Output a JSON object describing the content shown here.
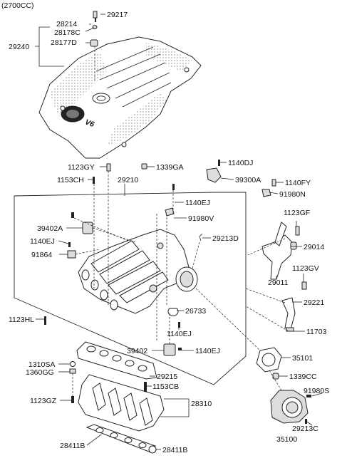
{
  "header": {
    "engine": "(2700CC)"
  },
  "labels": {
    "p29217": "29217",
    "p28214": "28214",
    "p28178C": "28178C",
    "p29240": "29240",
    "p28177D": "28177D",
    "cover_text": "V6",
    "p1123GY": "1123GY",
    "p1339GA": "1339GA",
    "p1140DJ": "1140DJ",
    "p1153CH": "1153CH",
    "p29210": "29210",
    "p39300A": "39300A",
    "p1140FY": "1140FY",
    "p1140EJ_a": "1140EJ",
    "p91980N": "91980N",
    "p91980V": "91980V",
    "p1123GF": "1123GF",
    "p39402A": "39402A",
    "p29213D": "29213D",
    "p1140EJ_b": "1140EJ",
    "p29014": "29014",
    "p91864": "91864",
    "p29011": "29011",
    "p1123GV": "1123GV",
    "p26733": "26733",
    "p29221": "29221",
    "p1123HL": "1123HL",
    "p1140EJ_c": "1140EJ",
    "p11703": "11703",
    "p39402": "39402",
    "p1140EJ_d": "1140EJ",
    "p35101": "35101",
    "p1310SA": "1310SA",
    "p1360GG": "1360GG",
    "p29215": "29215",
    "p1339CC": "1339CC",
    "p1153CB": "1153CB",
    "p1123GZ": "1123GZ",
    "p91980S": "91980S",
    "p28310": "28310",
    "p29213C": "29213C",
    "p35100": "35100",
    "p28411B_a": "28411B",
    "p28411B_b": "28411B"
  }
}
